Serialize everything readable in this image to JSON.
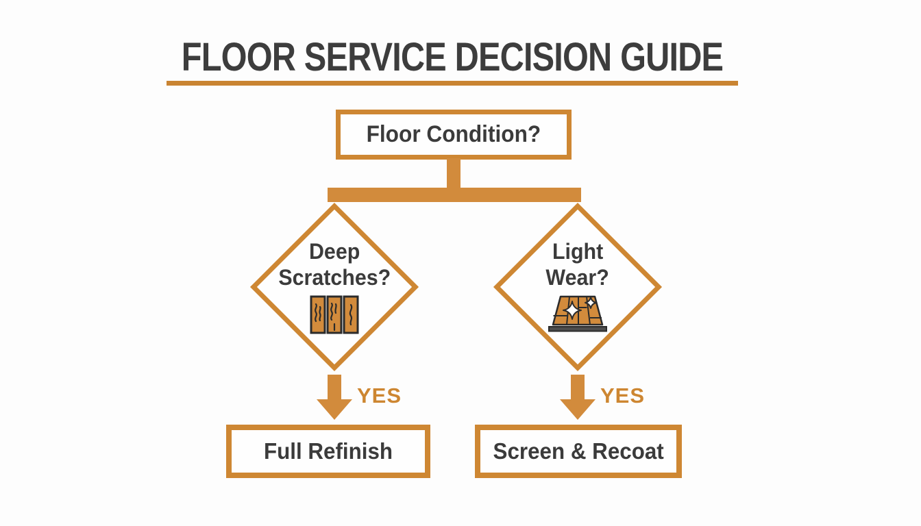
{
  "colors": {
    "accent_orange": "#ce8733",
    "connector_orange": "#d28b3c",
    "underline_orange": "#c98432",
    "text_dark": "#3b3b3b",
    "background": "#fdfdfd",
    "icon_wood_fill": "#d28b3c",
    "icon_outline": "#2b2b2b"
  },
  "title": {
    "text": "FLOOR SERVICE DECISION GUIDE"
  },
  "flowchart": {
    "root": {
      "label": "Floor Condition?"
    },
    "branches": [
      {
        "line1": "Deep",
        "line2": "Scratches?",
        "icon": "cracked-planks-icon",
        "yes_label": "YES",
        "result": "Full Refinish"
      },
      {
        "line1": "Light",
        "line2": "Wear?",
        "icon": "sparkling-floor-icon",
        "yes_label": "YES",
        "result": "Screen & Recoat"
      }
    ]
  }
}
